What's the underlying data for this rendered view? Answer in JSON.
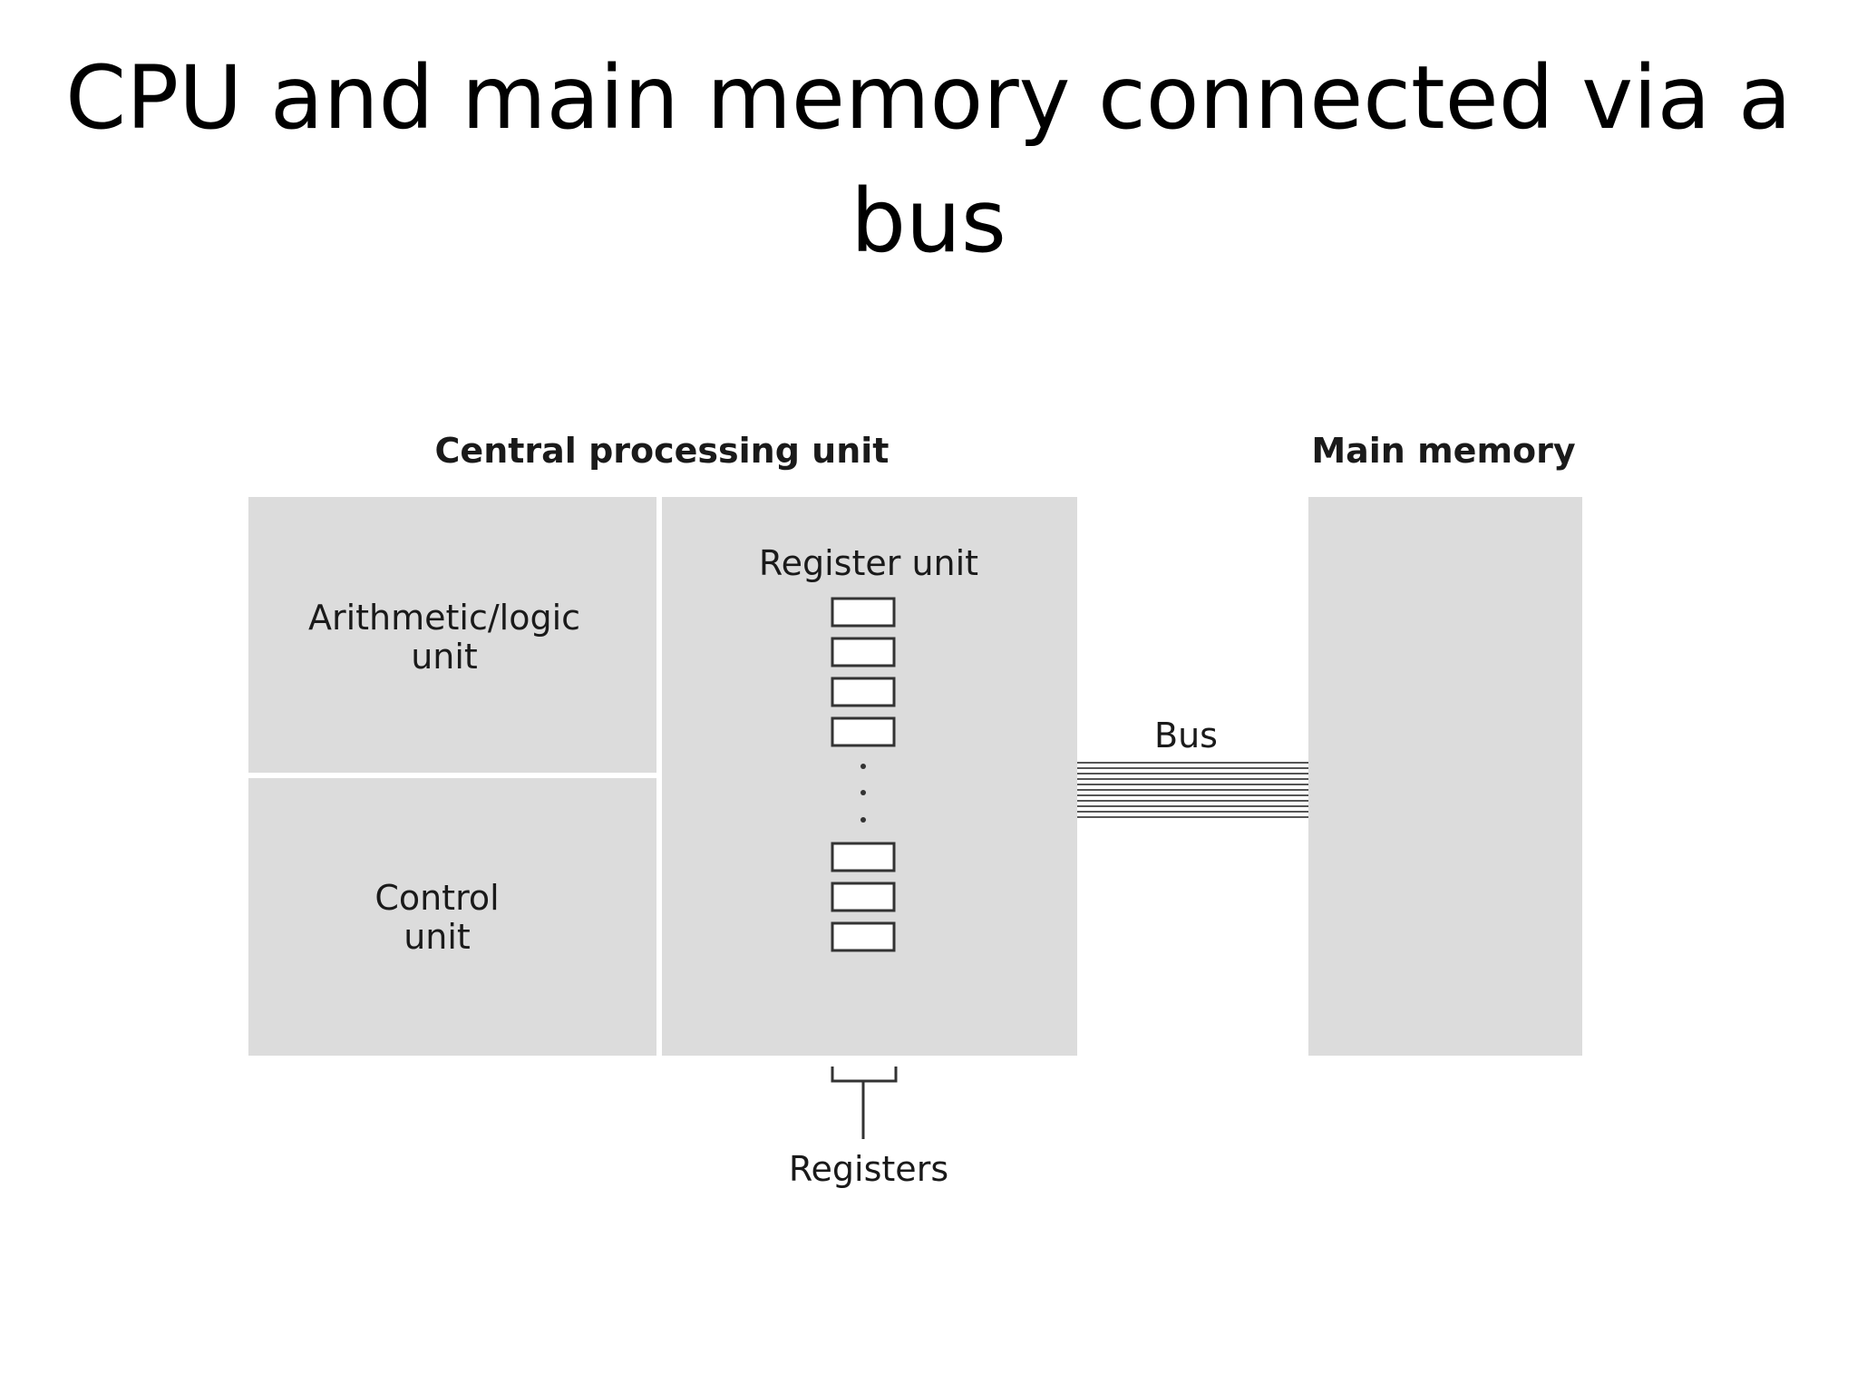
{
  "slide": {
    "title": "CPU and main memory connected via a bus"
  },
  "diagram": {
    "cpu_label": "Central processing unit",
    "memory_label": "Main memory",
    "alu_label_line1": "Arithmetic/logic",
    "alu_label_line2": "unit",
    "control_label_line1": "Control",
    "control_label_line2": "unit",
    "register_unit_label": "Register unit",
    "bus_label": "Bus",
    "registers_label": "Registers",
    "colors": {
      "block_fill": "#dcdcdc",
      "register_fill": "#ffffff",
      "line": "#333333"
    }
  }
}
